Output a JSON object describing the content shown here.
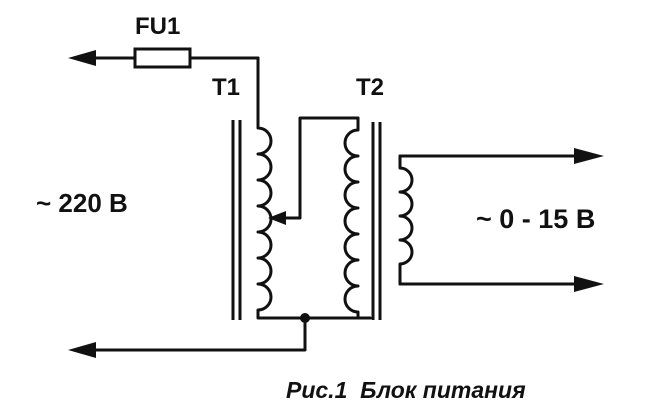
{
  "labels": {
    "fuse": "FU1",
    "transformer1": "T1",
    "transformer2": "T2",
    "input_voltage": "~ 220 В",
    "output_voltage": "~ 0 - 15 В"
  },
  "caption": "Рис.1  Блок питания",
  "colors": {
    "ink": "#111111",
    "background": "#ffffff"
  }
}
